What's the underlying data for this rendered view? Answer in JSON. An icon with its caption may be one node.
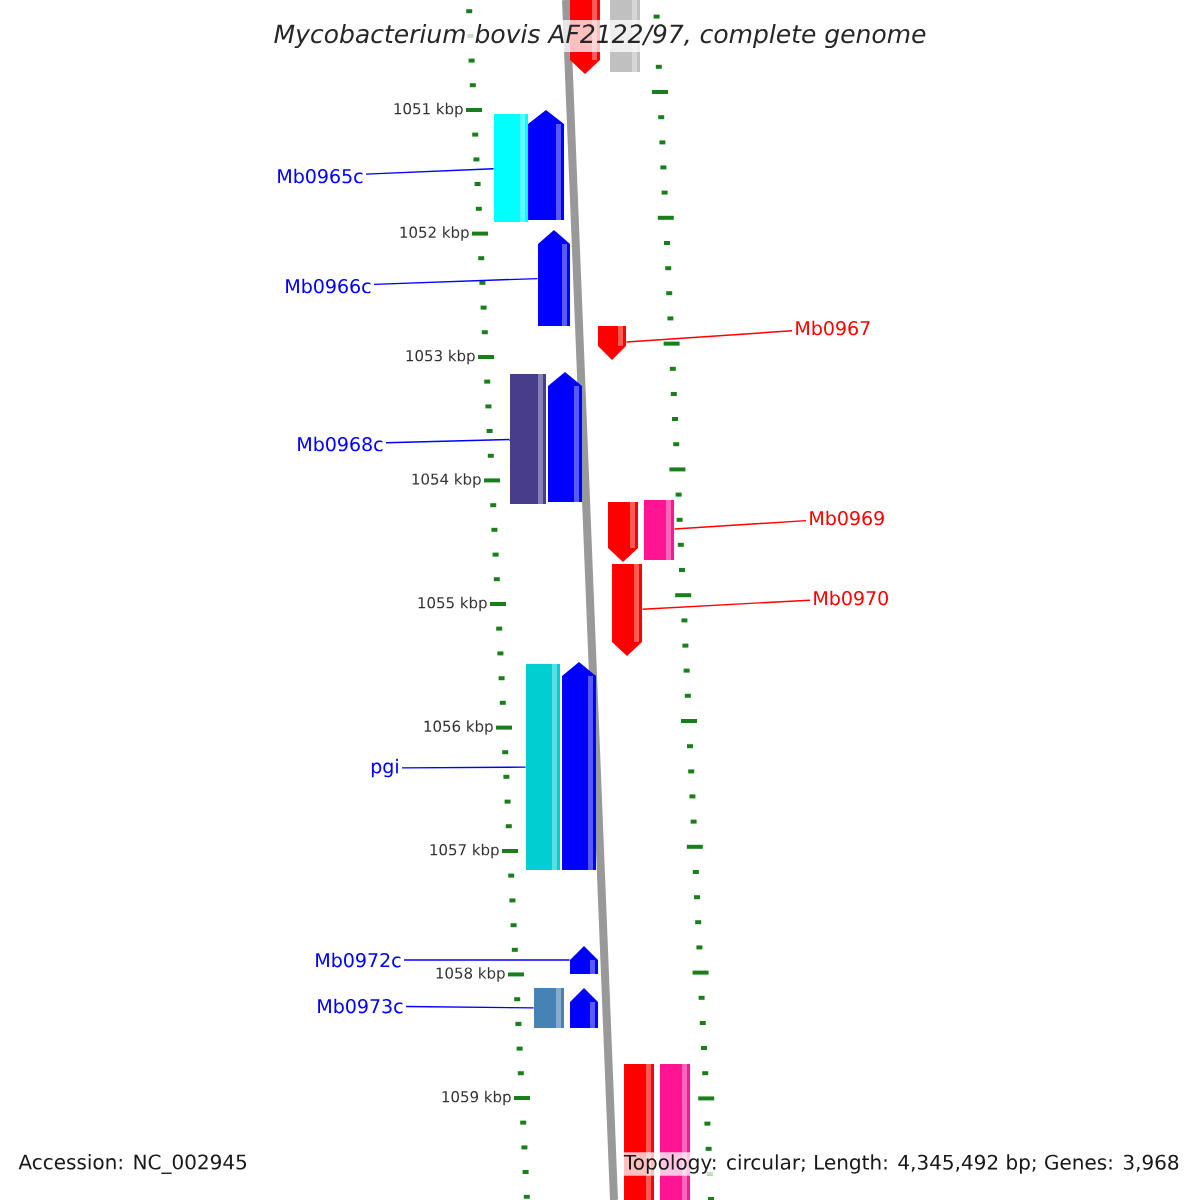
{
  "diagram": {
    "title": "Mycobacterium bovis AF2122/97, complete genome",
    "nodes": [
      {
        "text": [],
        "shape": "pentagon"
      },
      {
        "text": [],
        "shape": "bar"
      },
      {
        "text": [
          "Mb0965c"
        ]
      },
      {
        "text": [],
        "shape": "bar"
      },
      {
        "text": [],
        "shape": "pentagon"
      },
      {
        "text": [
          "Mb0966c"
        ]
      },
      {
        "text": [],
        "shape": "pentagon"
      },
      {
        "text": [
          "Mb0967"
        ]
      },
      {
        "text": [],
        "shape": "pentagon"
      },
      {
        "text": [
          "Mb0968c"
        ]
      },
      {
        "text": [],
        "shape": "bar"
      },
      {
        "text": [],
        "shape": "pentagon"
      },
      {
        "text": [
          "Mb0969"
        ]
      },
      {
        "text": [],
        "shape": "pentagon"
      },
      {
        "text": [],
        "shape": "bar"
      },
      {
        "text": [
          "Mb0970"
        ]
      },
      {
        "text": [],
        "shape": "pentagon"
      },
      {
        "text": [
          "pgi"
        ]
      },
      {
        "text": [],
        "shape": "bar"
      },
      {
        "text": [],
        "shape": "pentagon"
      },
      {
        "text": [
          "Mb0972c"
        ]
      },
      {
        "text": [],
        "shape": "pentagon"
      },
      {
        "text": [
          "Mb0973c"
        ]
      },
      {
        "text": [],
        "shape": "bar"
      },
      {
        "text": [],
        "shape": "pentagon"
      },
      {
        "text": [],
        "shape": "bar"
      },
      {
        "text": [],
        "shape": "bar"
      }
    ],
    "edges": [
      {
        "from": 2,
        "to": 3,
        "arrow": "none"
      },
      {
        "from": 5,
        "to": 6,
        "arrow": "none"
      },
      {
        "from": 7,
        "to": 8,
        "arrow": "none",
        "color": "#ff0000"
      },
      {
        "from": 9,
        "to": 10,
        "arrow": "none"
      },
      {
        "from": 12,
        "to": 14,
        "arrow": "none",
        "color": "#ff0000"
      },
      {
        "from": 15,
        "to": 16,
        "arrow": "none",
        "color": "#ff0000"
      },
      {
        "from": 17,
        "to": 18,
        "arrow": "none"
      },
      {
        "from": 20,
        "to": 21,
        "arrow": "none"
      },
      {
        "from": 22,
        "to": 23,
        "arrow": "none"
      }
    ],
    "labels": [
      "1051 kbp",
      "1052 kbp",
      "1053 kbp",
      "1054 kbp",
      "1055 kbp",
      "1056 kbp",
      "1057 kbp",
      "1058 kbp",
      "1059 kbp",
      "Accession: NC_002945",
      "Topology: circular; Length: 4,345,492 bp; Genes: 3,968"
    ]
  }
}
